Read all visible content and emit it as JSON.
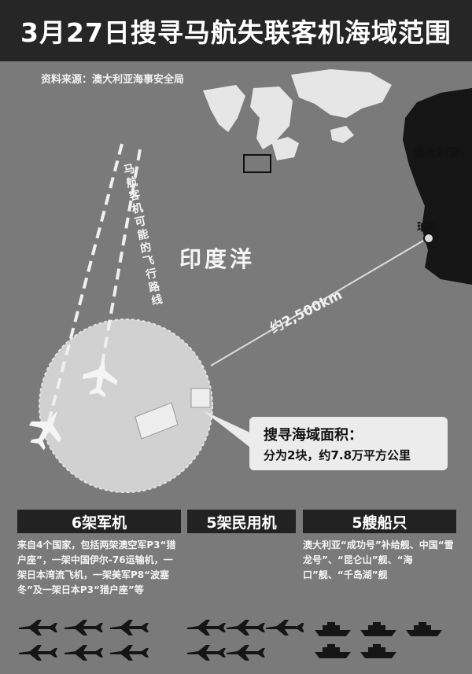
{
  "title": "3月27日搜寻马航失联客机海域范围",
  "source": "资料来源：澳大利亚海事安全局",
  "map": {
    "ocean_label": "印度洋",
    "australia_label": "澳大利亚",
    "perth_label": "珀斯",
    "distance_label": "约2,500km",
    "route_label": "马航客机可能的飞行路线"
  },
  "callout": {
    "line1": "搜寻海域面积：",
    "line2": "分为2块，约7.8万平方公里"
  },
  "columns": [
    {
      "heading": "6架军机",
      "text": "来自4个国家，包括两架澳空军P3“猎户座”，一架中国伊尔-76运输机，一架日本湾流飞机，一架美军P8“波塞冬”及一架日本P3“猎户座”等",
      "icon": "plane-icon",
      "count": 6
    },
    {
      "heading": "5架民用机",
      "text": "",
      "icon": "plane-icon",
      "count": 5
    },
    {
      "heading": "5艘船只",
      "text": "澳大利亚“成功号”补给舰、中国“雪龙号”、“昆仑山”舰、“海口”舰、“千岛湖”舰",
      "icon": "ship-icon",
      "count": 5
    }
  ],
  "colors": {
    "background": "#7a7a7a",
    "title_bar": "#262626",
    "land": "#151515",
    "search_circle": "#d9d9d9"
  }
}
